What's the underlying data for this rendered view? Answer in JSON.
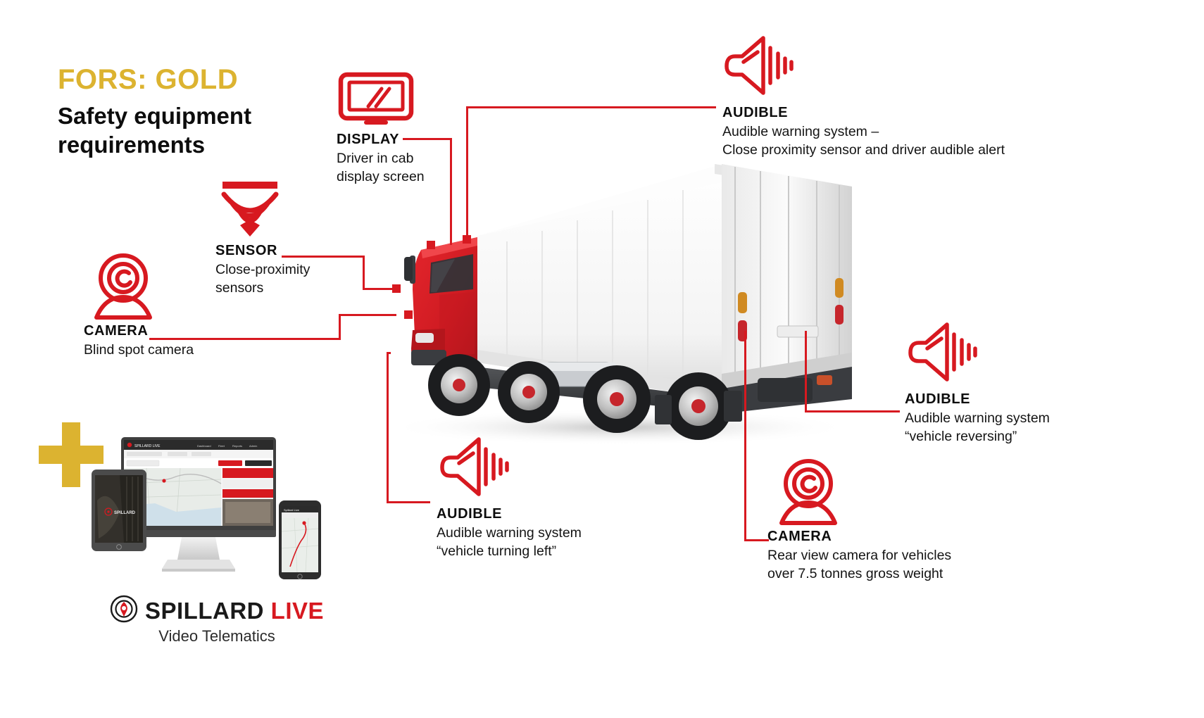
{
  "header": {
    "eyebrow": "FORS: GOLD",
    "title": "Safety equipment\nrequirements"
  },
  "colors": {
    "gold": "#dcb330",
    "red": "#d71920",
    "text": "#0d0d0d"
  },
  "callouts": [
    {
      "id": "display",
      "icon": "monitor-icon",
      "label": "DISPLAY",
      "desc": "Driver in cab\ndisplay screen"
    },
    {
      "id": "audible-proximity",
      "icon": "horn-speaker-icon",
      "label": "AUDIBLE",
      "desc": "Audible warning system –\nClose proximity sensor and driver audible alert"
    },
    {
      "id": "sensor",
      "icon": "proximity-signal-icon",
      "label": "SENSOR",
      "desc": "Close-proximity\nsensors"
    },
    {
      "id": "camera-blindspot",
      "icon": "webcam-icon",
      "label": "CAMERA",
      "desc": "Blind spot camera"
    },
    {
      "id": "audible-turning-left",
      "icon": "horn-speaker-icon",
      "label": "AUDIBLE",
      "desc_line1": "Audible warning system",
      "desc_quote": "“vehicle turning left”"
    },
    {
      "id": "audible-reversing",
      "icon": "horn-speaker-icon",
      "label": "AUDIBLE",
      "desc_line1": "Audible warning system",
      "desc_quote": "“vehicle reversing”"
    },
    {
      "id": "camera-rear",
      "icon": "webcam-icon",
      "label": "CAMERA",
      "desc": "Rear view camera for vehicles\nover 7.5 tonnes gross weight"
    }
  ],
  "brand": {
    "plus": "plus-sign",
    "logo_mark": "spillard-target-logo-icon",
    "name_main": "SPILLARD ",
    "name_accent": "LIVE",
    "tagline": "Video Telematics"
  },
  "graphic": {
    "truck": "white-box-truck-with-red-cab"
  }
}
